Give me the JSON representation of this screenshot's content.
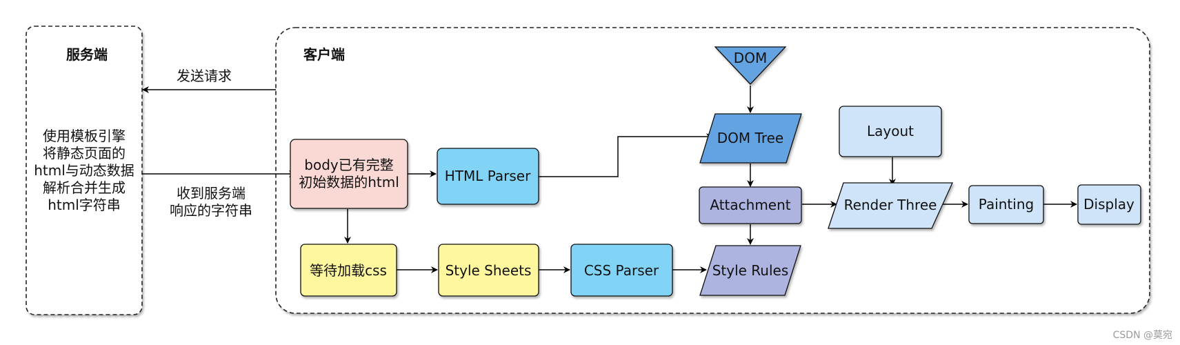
{
  "server": {
    "title": "服务端",
    "description_lines": [
      "使用模板引擎",
      "将静态页面的",
      "html与动态数据",
      "解析合并生成",
      "html字符串"
    ]
  },
  "client": {
    "title": "客户端"
  },
  "arrows": {
    "send_request": "发送请求",
    "receive_line1": "收到服务端",
    "receive_line2": "响应的字符串"
  },
  "nodes": {
    "body_html_line1": "body已有完整",
    "body_html_line2": "初始数据的html",
    "html_parser": "HTML Parser",
    "dom": "DOM",
    "dom_tree": "DOM Tree",
    "attachment": "Attachment",
    "layout": "Layout",
    "render_three": "Render Three",
    "painting": "Painting",
    "display": "Display",
    "wait_css": "等待加载css",
    "style_sheets": "Style Sheets",
    "css_parser": "CSS Parser",
    "style_rules": "Style Rules"
  },
  "watermark": "CSDN @莫宛",
  "colors": {
    "pink": "#fad9d5",
    "cyan": "#82d4f7",
    "blue": "#63a3e1",
    "lavender": "#aeb4e0",
    "light_blue": "#cfe4f9",
    "yellow": "#fff79e"
  }
}
